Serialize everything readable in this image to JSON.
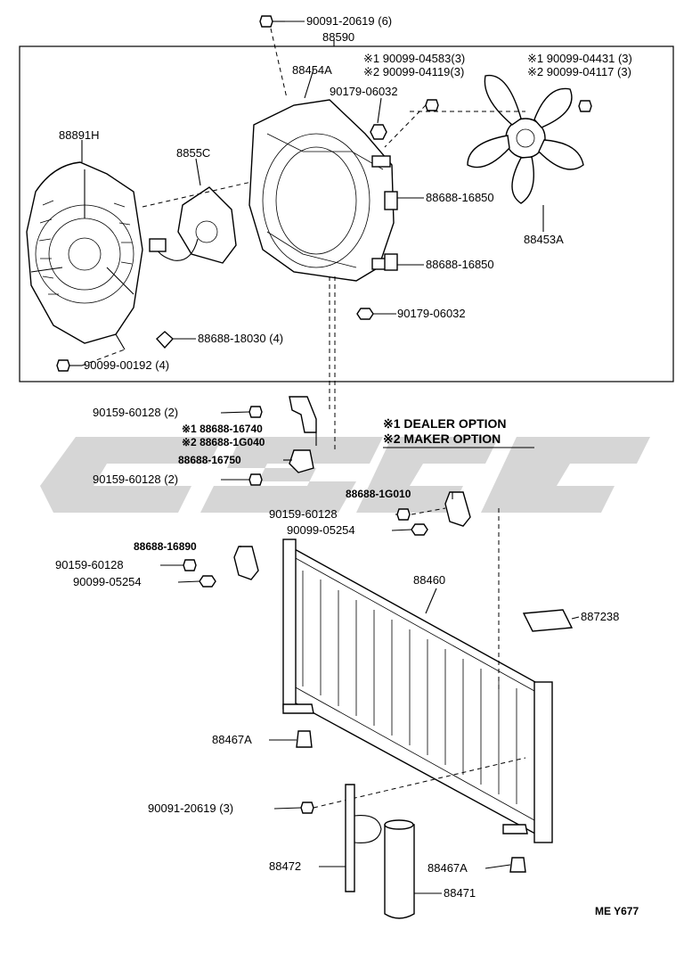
{
  "labels": {
    "bolt_top": "90091-20619 (6)",
    "assy": "88590",
    "shroud": "88454A",
    "opt1_bolt_a": "※1 90099-04583(3)",
    "opt2_bolt_a": "※2 90099-04119(3)",
    "opt1_bolt_b": "※1 90099-04431 (3)",
    "opt2_bolt_b": "※2 90099-04117 (3)",
    "nut_top": "90179-06032",
    "fan_shroud": "88891H",
    "motor": "8855C",
    "clip_upper": "88688-16850",
    "clip_lower": "88688-16850",
    "fan": "88453A",
    "nut_lower": "90179-06032",
    "clip_4": "88688-18030 (4)",
    "screw_4": "90099-00192 (4)",
    "bolt_br1": "90159-60128 (2)",
    "opt1_bracket": "※1 88688-16740",
    "opt2_bracket": "※2 88688-1G040",
    "bracket": "88688-16750",
    "bolt_br2": "90159-60128 (2)",
    "legend_1": "※1 DEALER OPTION",
    "legend_2": "※2 MAKER OPTION",
    "bracket_r": "88688-1G010",
    "bolt_r": "90159-60128",
    "nut_r": "90099-05254",
    "bracket_l": "88688-16890",
    "bolt_l": "90159-60128",
    "nut_l": "90099-05254",
    "condenser": "88460",
    "plate": "887238",
    "cushion_l": "88467A",
    "bolt_3": "90091-20619 (3)",
    "bracket_dryer": "88472",
    "cushion_r": "88467A",
    "dryer": "88471",
    "code": "ME  Y677"
  },
  "icons": {
    "fan": "fan-blade-icon",
    "motor": "fan-motor-icon",
    "shroud": "shroud-icon",
    "condenser": "condenser-icon",
    "dryer": "receiver-dryer-icon"
  }
}
